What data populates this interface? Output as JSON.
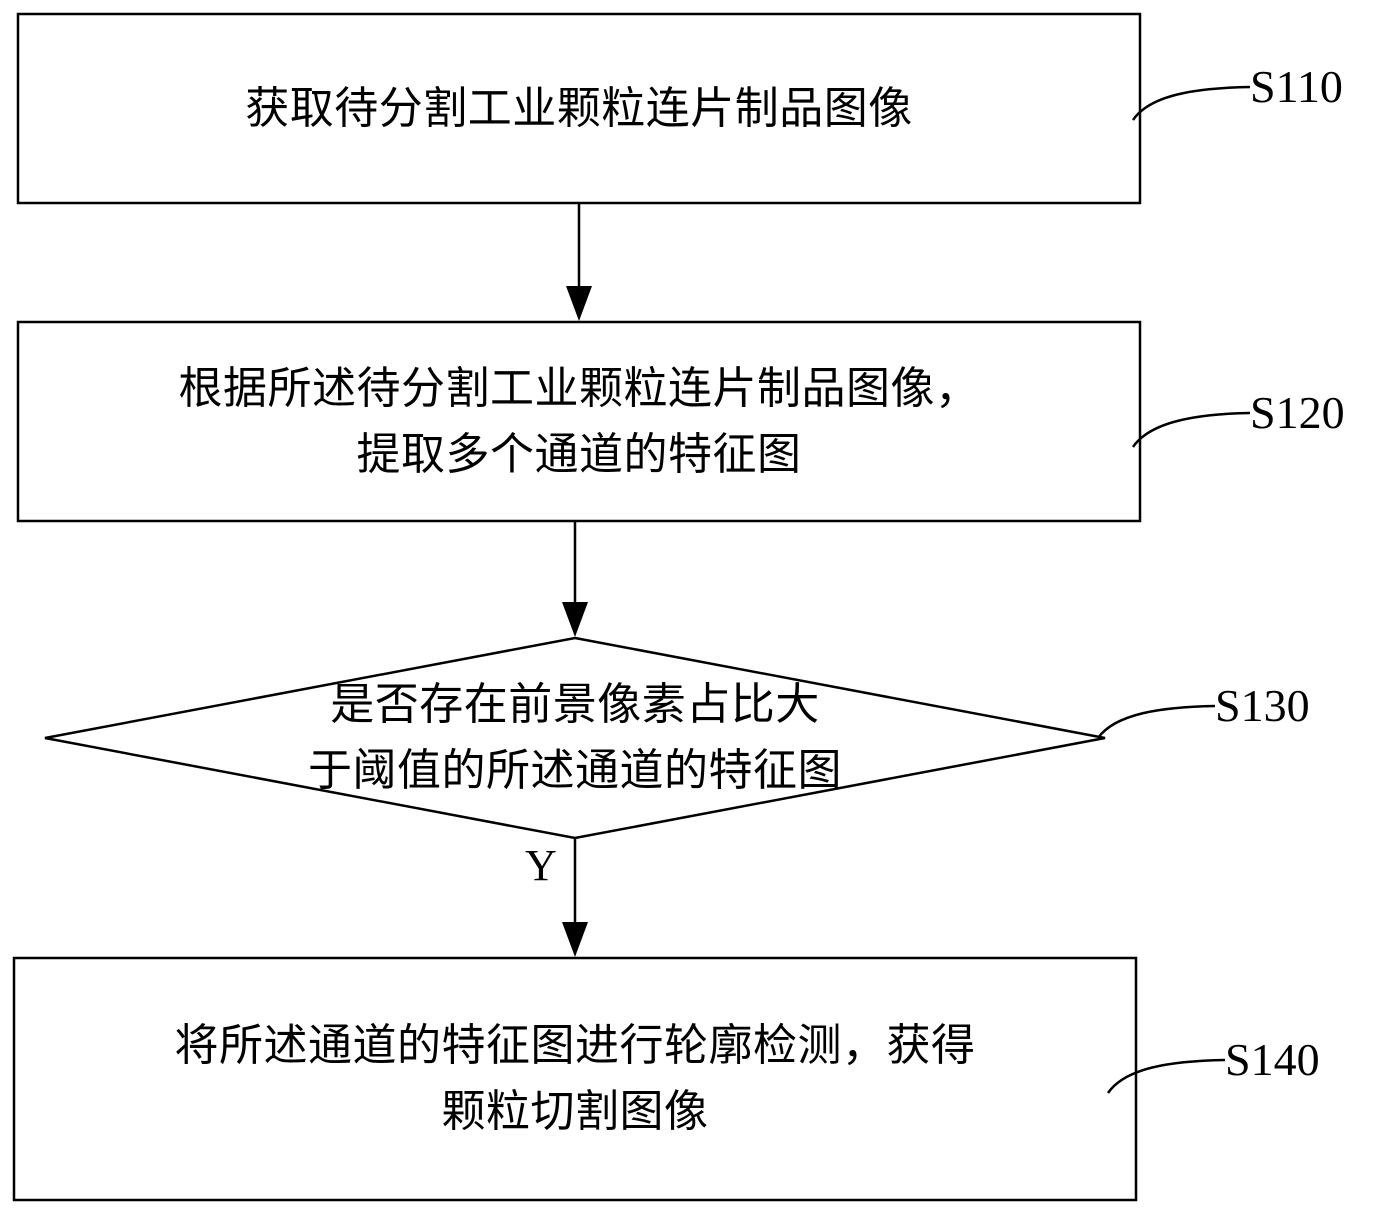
{
  "steps": [
    {
      "id": "S110",
      "label": "S110",
      "shape": "rectangle",
      "lines": [
        "获取待分割工业颗粒连片制品图像"
      ]
    },
    {
      "id": "S120",
      "label": "S120",
      "shape": "rectangle",
      "lines": [
        "根据所述待分割工业颗粒连片制品图像，",
        "提取多个通道的特征图"
      ]
    },
    {
      "id": "S130",
      "label": "S130",
      "shape": "diamond",
      "lines": [
        "是否存在前景像素占比大",
        "于阈值的所述通道的特征图"
      ]
    },
    {
      "id": "S140",
      "label": "S140",
      "shape": "rectangle",
      "lines": [
        "将所述通道的特征图进行轮廓检测，获得",
        "颗粒切割图像"
      ]
    }
  ],
  "edges": [
    {
      "from": "S110",
      "to": "S120",
      "label": ""
    },
    {
      "from": "S120",
      "to": "S130",
      "label": ""
    },
    {
      "from": "S130",
      "to": "S140",
      "label": "Y"
    }
  ],
  "colors": {
    "stroke": "#000000",
    "background": "#ffffff"
  }
}
